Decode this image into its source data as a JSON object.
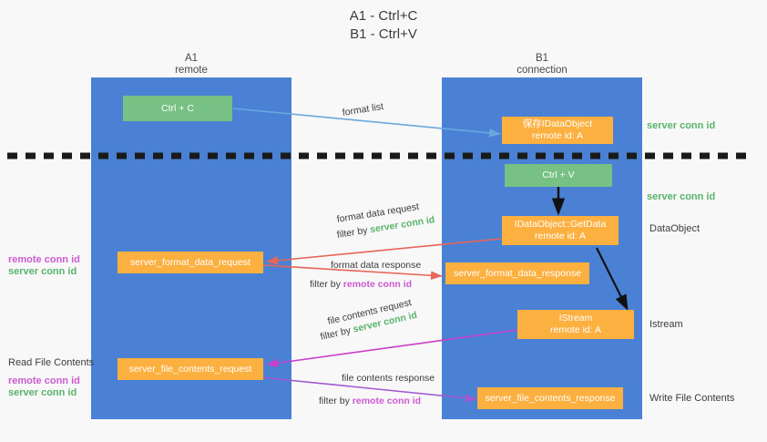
{
  "title": "A1 - Ctrl+C\nB1 - Ctrl+V",
  "colors": {
    "lane": "#4a81d4",
    "green_box": "#76c183",
    "orange_box": "#fbb040",
    "green_text": "#58b36b",
    "purple_text": "#cb5ad0",
    "blue_arrow": "#6aa8dd",
    "red_arrow": "#e8655a",
    "magenta_arrow": "#c83fc8",
    "purple_arrow": "#a05ad0",
    "black_arrow": "#111111",
    "background": "#f8f8f8"
  },
  "columns": [
    {
      "name": "A1",
      "sub": "remote"
    },
    {
      "name": "B1",
      "sub": "connection"
    }
  ],
  "nodes": {
    "ctrl_c": {
      "label": "Ctrl + C"
    },
    "ctrl_v": {
      "label": "Ctrl + V"
    },
    "idataobject": {
      "line1": "保存IDataObject",
      "line2": "remote id: A"
    },
    "getdata": {
      "line1": "IDataObject::GetData",
      "line2": "remote id: A"
    },
    "istream": {
      "line1": "IStream",
      "line2": "remote id: A"
    },
    "server_format_data_request": {
      "label": "server_format_data_request"
    },
    "server_format_data_response": {
      "label": "server_format_data_response"
    },
    "server_file_contents_request": {
      "label": "server_file_contents_request"
    },
    "server_file_contents_response": {
      "label": "server_file_contents_response"
    }
  },
  "edge_labels": {
    "format_list": "format list",
    "format_data_request": "format data request",
    "format_data_request_filter_prefix": "filter by ",
    "format_data_request_filter_value": "server conn id",
    "format_data_response": "format data response",
    "format_data_response_filter_prefix": "filter by ",
    "format_data_response_filter_value": "remote conn id",
    "file_contents_request": "file contents request",
    "file_contents_request_filter_prefix": "filter by ",
    "file_contents_request_filter_value": "server conn id",
    "file_contents_response": "file contents response",
    "file_contents_response_filter_prefix": "filter by ",
    "file_contents_response_filter_value": "remote conn id"
  },
  "right_notes": {
    "server_conn_id_1": "server conn id",
    "server_conn_id_2": "server conn id",
    "dataobject": "DataObject",
    "istream": "Istream",
    "write_file_contents": "Write File Contents"
  },
  "left_notes": {
    "remote_conn_id_1": "remote conn id",
    "server_conn_id_1": "server conn id",
    "read_file_contents": "Read File Contents",
    "remote_conn_id_2": "remote conn id",
    "server_conn_id_2": "server conn id"
  }
}
